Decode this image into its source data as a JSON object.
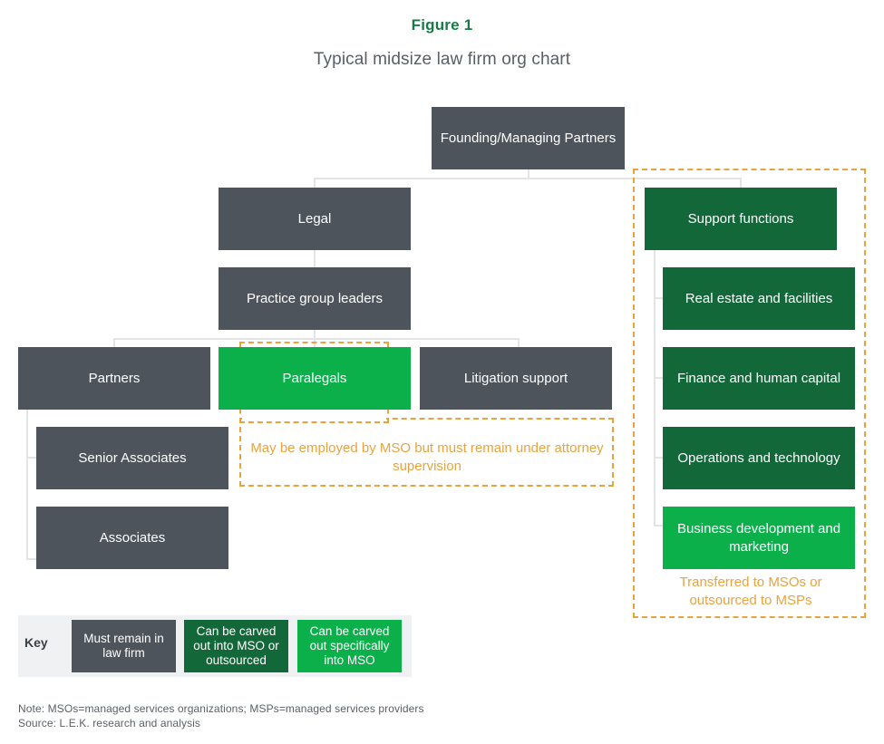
{
  "header": {
    "figure_label": "Figure 1",
    "subtitle": "Typical midsize law firm org chart"
  },
  "colors": {
    "slate": "#4e545b",
    "dark_green": "#13683a",
    "bright_green": "#0bb04b",
    "orange": "#e8a33d",
    "title_green": "#1a7a47",
    "connector_gray": "#e3e4e6",
    "key_background": "#f0f1f2"
  },
  "chart_data": {
    "type": "diagram",
    "title": "Typical midsize law firm org chart",
    "nodes": [
      {
        "id": "founding",
        "label": "Founding/Managing Partners",
        "category": "must-remain-in-law-firm",
        "level": 0
      },
      {
        "id": "legal",
        "label": "Legal",
        "category": "must-remain-in-law-firm",
        "level": 1
      },
      {
        "id": "support",
        "label": "Support functions",
        "category": "carved-out-into-mso-or-outsourced",
        "level": 1
      },
      {
        "id": "practice-group-leaders",
        "label": "Practice group leaders",
        "category": "must-remain-in-law-firm",
        "level": 2
      },
      {
        "id": "real-estate",
        "label": "Real estate and facilities",
        "category": "carved-out-into-mso-or-outsourced",
        "level": 2
      },
      {
        "id": "partners",
        "label": "Partners",
        "category": "must-remain-in-law-firm",
        "level": 3
      },
      {
        "id": "paralegals",
        "label": "Paralegals",
        "category": "carved-out-specifically-into-mso",
        "level": 3
      },
      {
        "id": "litigation-support",
        "label": "Litigation support",
        "category": "must-remain-in-law-firm",
        "level": 3
      },
      {
        "id": "finance",
        "label": "Finance and human capital",
        "category": "carved-out-into-mso-or-outsourced",
        "level": 3
      },
      {
        "id": "senior-associates",
        "label": "Senior Associates",
        "category": "must-remain-in-law-firm",
        "level": 4
      },
      {
        "id": "operations",
        "label": "Operations and technology",
        "category": "carved-out-into-mso-or-outsourced",
        "level": 4
      },
      {
        "id": "associates",
        "label": "Associates",
        "category": "must-remain-in-law-firm",
        "level": 5
      },
      {
        "id": "business-development",
        "label": "Business development and marketing",
        "category": "carved-out-specifically-into-mso",
        "level": 5
      }
    ],
    "edges": [
      {
        "from": "founding",
        "to": "legal"
      },
      {
        "from": "founding",
        "to": "support"
      },
      {
        "from": "legal",
        "to": "practice-group-leaders"
      },
      {
        "from": "practice-group-leaders",
        "to": "partners"
      },
      {
        "from": "practice-group-leaders",
        "to": "paralegals"
      },
      {
        "from": "practice-group-leaders",
        "to": "litigation-support"
      },
      {
        "from": "partners",
        "to": "senior-associates"
      },
      {
        "from": "partners",
        "to": "associates"
      },
      {
        "from": "support",
        "to": "real-estate"
      },
      {
        "from": "support",
        "to": "finance"
      },
      {
        "from": "support",
        "to": "operations"
      },
      {
        "from": "support",
        "to": "business-development"
      }
    ],
    "annotations": [
      {
        "id": "paralegal-note",
        "text": "May be employed by MSO but must remain under attorney supervision",
        "applies_to": [
          "paralegals"
        ]
      },
      {
        "id": "support-note",
        "text": "Transferred to MSOs or outsourced to MSPs",
        "applies_to": [
          "support",
          "real-estate",
          "finance",
          "operations",
          "business-development"
        ]
      }
    ]
  },
  "nodes": {
    "founding": "Founding/Managing Partners",
    "legal": "Legal",
    "support": "Support functions",
    "practice_group_leaders": "Practice group leaders",
    "real_estate": "Real estate and facilities",
    "partners": "Partners",
    "paralegals": "Paralegals",
    "litigation_support": "Litigation support",
    "finance": "Finance and human capital",
    "senior_associates": "Senior Associates",
    "operations": "Operations and technology",
    "associates": "Associates",
    "business_development": "Business development and marketing"
  },
  "annotations": {
    "paralegal_note": "May be employed by MSO but must remain under attorney supervision",
    "support_note": "Transferred to MSOs or outsourced to MSPs"
  },
  "key": {
    "label": "Key",
    "items": [
      {
        "text": "Must remain in law firm",
        "color": "#4e545b"
      },
      {
        "text": "Can be carved out into MSO or outsourced",
        "color": "#13683a"
      },
      {
        "text": "Can be carved out specifically into MSO",
        "color": "#0bb04b"
      }
    ]
  },
  "footer": {
    "note": "Note: MSOs=managed services organizations; MSPs=managed services providers",
    "source": "Source: L.E.K. research and analysis"
  }
}
